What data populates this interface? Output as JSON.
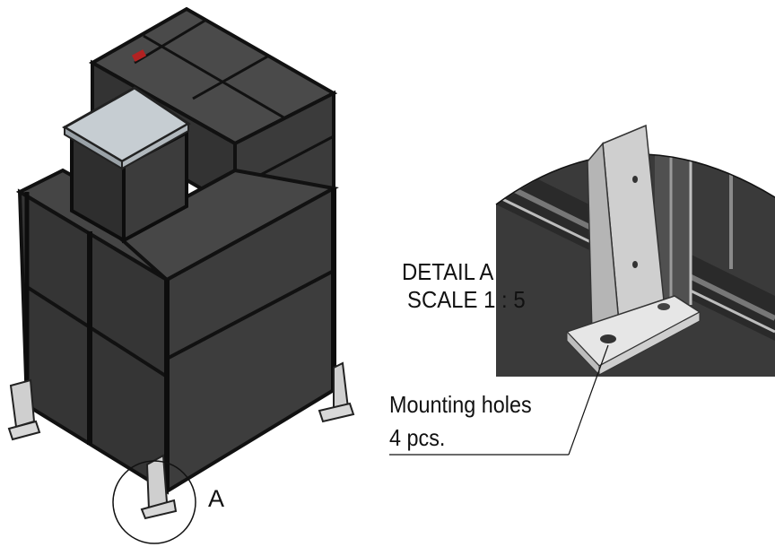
{
  "detail": {
    "title": "DETAIL A",
    "scale": "SCALE 1 : 5"
  },
  "callout": {
    "line1": "Mounting holes",
    "line2": "4 pcs."
  },
  "marker": "A",
  "colors": {
    "panel": "#3a3a3a",
    "panel_dark": "#2a2a2a",
    "frame": "#111111",
    "bracket": "#cfcfcf",
    "plate": "#c6cdd2",
    "label": "#b22222"
  }
}
